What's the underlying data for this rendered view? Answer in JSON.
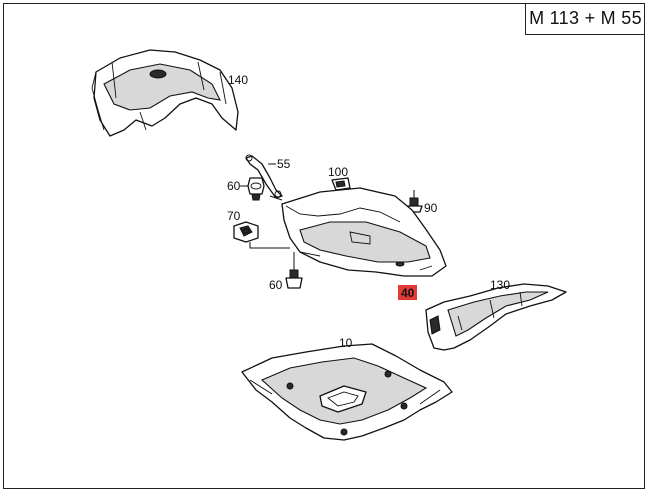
{
  "title": "M 113 + M 55",
  "highlight_color": "#e53935",
  "callouts": {
    "p140": "140",
    "p55": "55",
    "p60a": "60",
    "p100": "100",
    "p90": "90",
    "p70": "70",
    "p60b": "60",
    "p40": "40",
    "p130": "130",
    "p10": "10"
  }
}
